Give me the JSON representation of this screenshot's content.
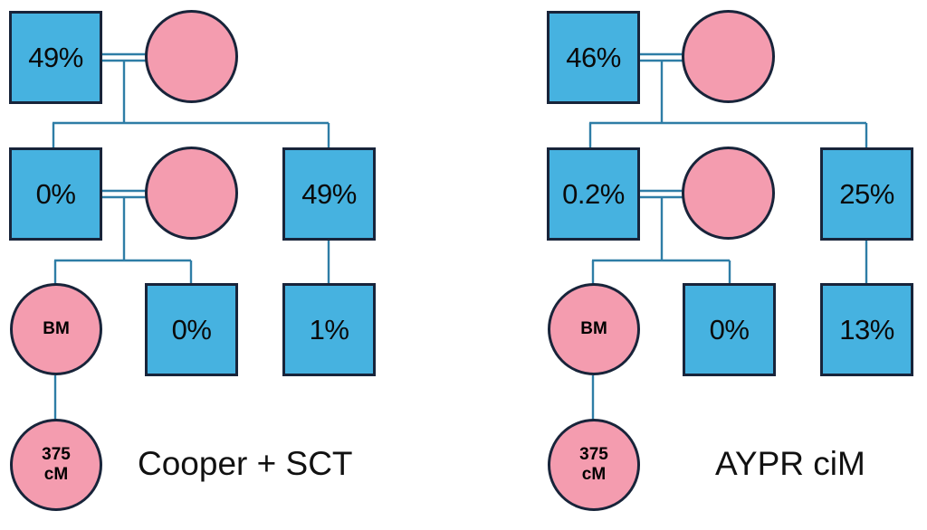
{
  "figure": {
    "background": "#ffffff",
    "male_fill": "#46B2E0",
    "female_fill": "#F49CAF",
    "shape_stroke": "#18243a",
    "line_stroke": "#2E7DA6"
  },
  "panels": [
    {
      "id": "left",
      "caption": "Cooper + SCT",
      "nodes": {
        "gen1_male": "49%",
        "gen1_female": "",
        "gen2_male": "0%",
        "gen2_female": "",
        "gen2_sibling_male": "49%",
        "gen3_proband_line1": "BM",
        "gen3_male": "0%",
        "gen3_cousin_male": "1%",
        "gen4_line1": "375",
        "gen4_line2": "cM"
      }
    },
    {
      "id": "right",
      "caption": "AYPR ciM",
      "nodes": {
        "gen1_male": "46%",
        "gen1_female": "",
        "gen2_male": "0.2%",
        "gen2_female": "",
        "gen2_sibling_male": "25%",
        "gen3_proband_line1": "BM",
        "gen3_male": "0%",
        "gen3_cousin_male": "13%",
        "gen4_line1": "375",
        "gen4_line2": "cM"
      }
    }
  ]
}
